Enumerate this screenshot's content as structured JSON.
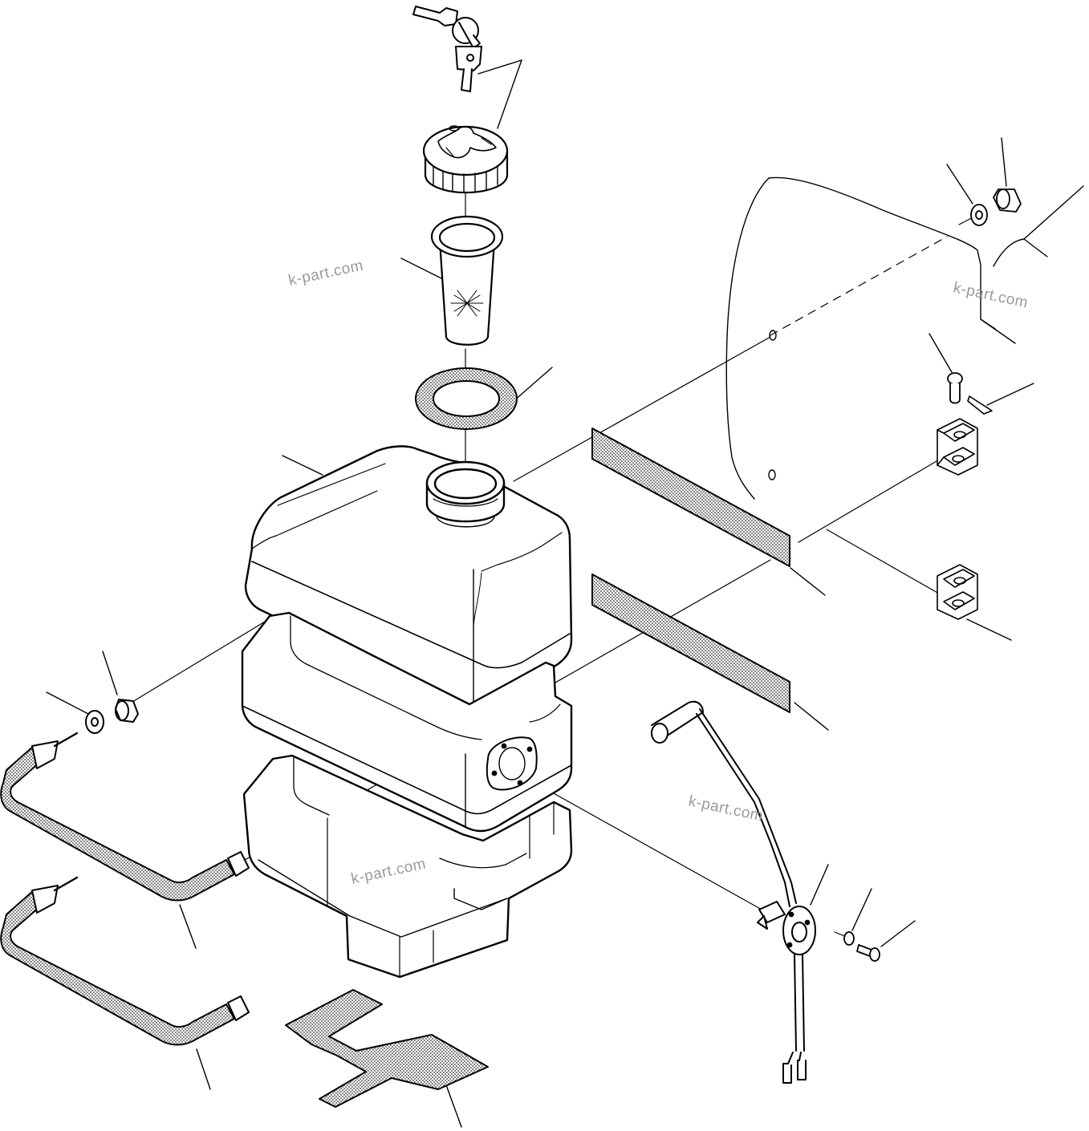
{
  "watermarks": [
    "k-part.com",
    "k-part.com",
    "k-part.com",
    "k-part.com"
  ],
  "colors": {
    "line": "#000000",
    "paper": "#ffffff",
    "watermark": "#9a9a9a",
    "hatch": "#444444"
  },
  "parts": [
    "keys",
    "filler-cap",
    "filler-strainer",
    "cap-gasket",
    "fuel-tank",
    "rubber-pad-upper",
    "rubber-pad-lower",
    "tank-band-upper",
    "tank-band-lower",
    "floor-pad",
    "fuel-level-sender",
    "float-arm",
    "washer",
    "bolt",
    "spacer-washer",
    "nut",
    "hinge-bracket-upper",
    "hinge-bracket-lower",
    "pin",
    "cotter-pin",
    "cover-panel"
  ]
}
